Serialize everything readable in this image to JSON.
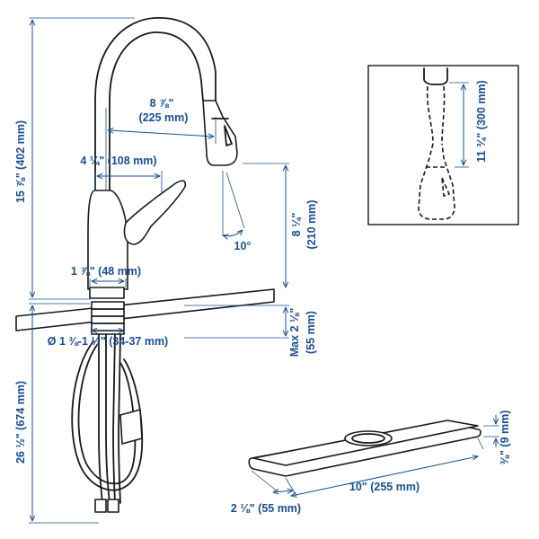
{
  "dimensions": {
    "total_height": "15 ⅞\" (402 mm)",
    "reach": "8 ⅞\"",
    "reach_mm": "(225 mm)",
    "body_to_lever": "4 ¼\" (108 mm)",
    "angle": "10°",
    "spout_height": "8 ¼\"",
    "spout_height_mm": "(210 mm)",
    "base_width": "1 ⅞\" (48 mm)",
    "max_deck": "Max 2 ⅛\"",
    "max_deck_mm": "(55 mm)",
    "hole_diameter": "Ø 1 ⅜-1 ½\" (34-37 mm)",
    "hose_length": "26 ½\" (674 mm)",
    "pullout": "11 ¾\" (300 mm)",
    "plate_thickness": "⅜\" (9 mm)",
    "plate_depth": "2 ⅛\" (55 mm)",
    "plate_length": "10\" (255 mm)"
  }
}
